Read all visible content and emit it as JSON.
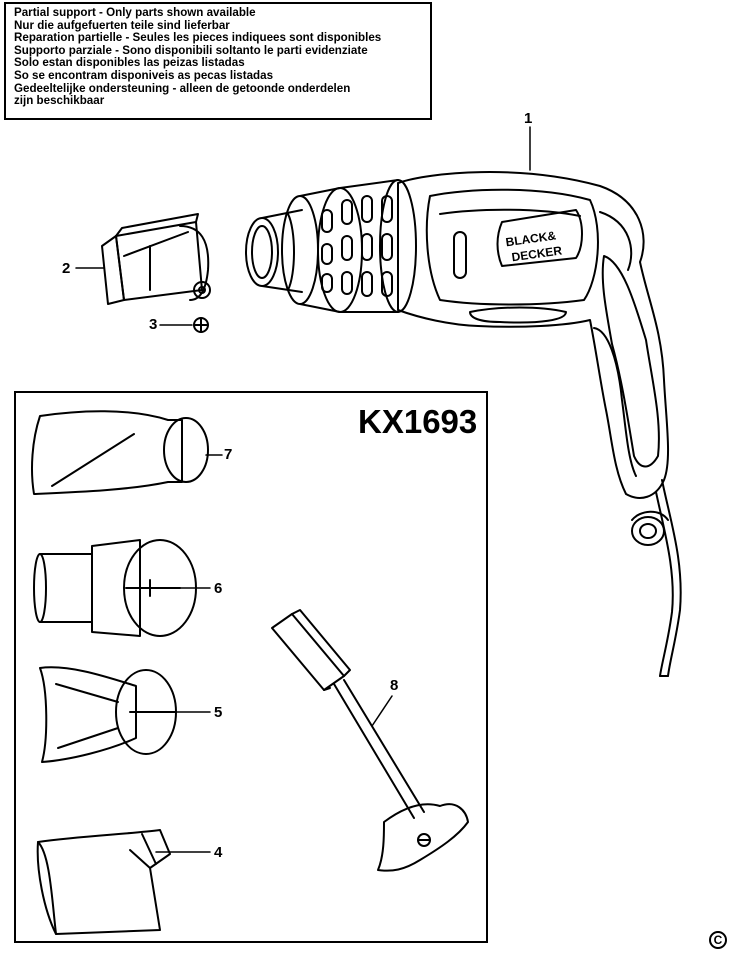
{
  "notice": {
    "lines": [
      "Partial support - Only parts shown available",
      "Nur die aufgefuerten teile sind lieferbar",
      "Reparation partielle - Seules les pieces indiquees sont disponibles",
      "Supporto parziale - Sono disponibili soltanto le parti evidenziate",
      "Solo estan disponibles las peizas listadas",
      "So se encontram disponiveis as pecas listadas",
      "Gedeeltelijke ondersteuning - alleen de getoonde onderdelen",
      "zijn beschikbaar"
    ]
  },
  "model": "KX1693",
  "brand": {
    "line1": "BLACK&",
    "line2": "DECKER"
  },
  "callouts": {
    "c1": "1",
    "c2": "2",
    "c3": "3",
    "c4": "4",
    "c5": "5",
    "c6": "6",
    "c7": "7",
    "c8": "8"
  },
  "copyright": "C"
}
